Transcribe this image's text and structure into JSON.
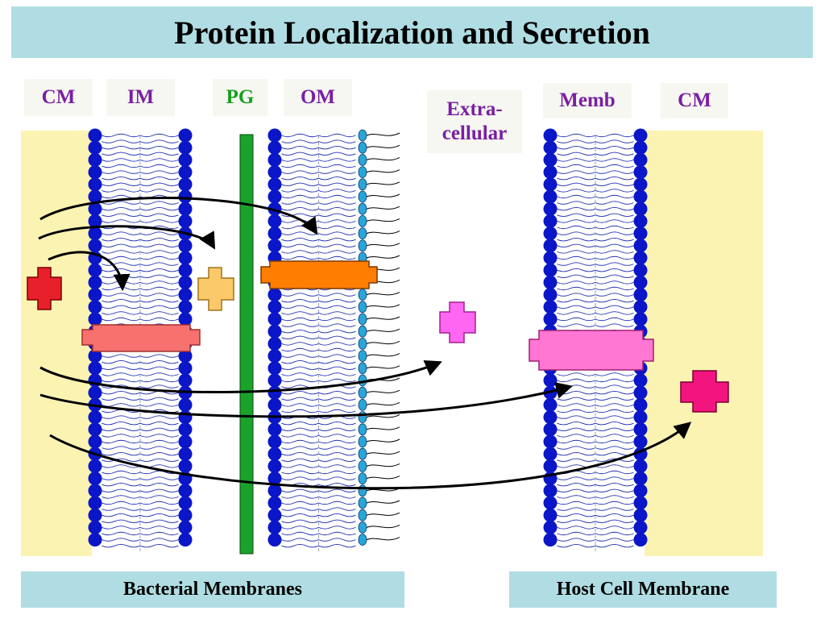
{
  "title": "Protein Localization and Secretion",
  "labels": {
    "cm_left": "CM",
    "im": "IM",
    "pg": "PG",
    "om": "OM",
    "extracellular_line1": "Extra-",
    "extracellular_line2": "cellular",
    "memb": "Memb",
    "cm_right": "CM"
  },
  "footer": {
    "bacterial": "Bacterial Membranes",
    "host": "Host Cell Membrane"
  },
  "colors": {
    "cytoplasm": "#fbf3b2",
    "lipid_head": "#0a16c8",
    "lps_head": "#2aa6d6",
    "peptidoglycan": "#1aa32a",
    "protein_cytoplasm": "#e8202c",
    "protein_periplasm": "#fcc96a",
    "protein_om": "#ff7d00",
    "protein_im": "#f7716f",
    "protein_extracellular": "#ff66f2",
    "protein_host_membrane": "#ff77d2",
    "protein_host_cytoplasm": "#f21580"
  }
}
